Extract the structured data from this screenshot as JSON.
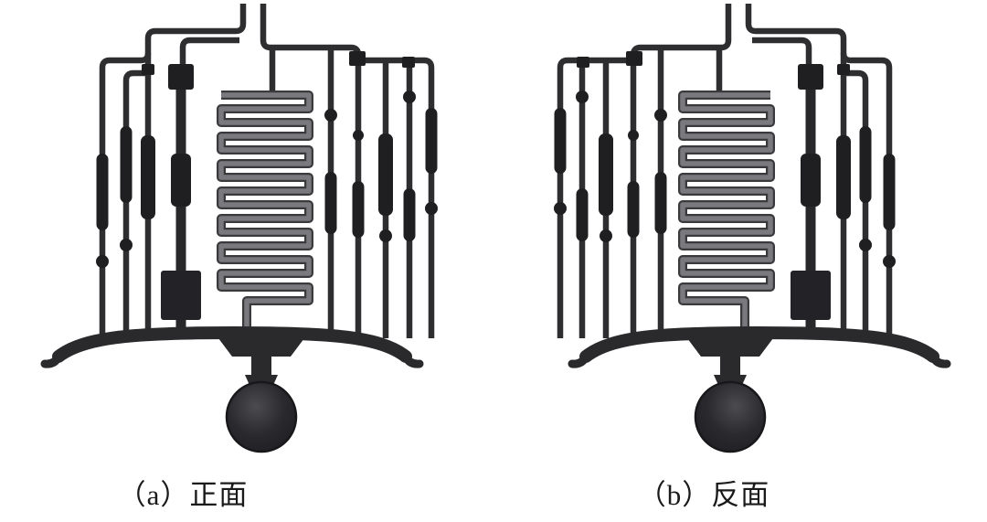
{
  "figure": {
    "description_labels": {
      "panel_a_caption": "（a）正面",
      "panel_b_caption": "（b）反面"
    },
    "panels": [
      {
        "id": "a",
        "caption": "（a）正面",
        "name": "front-view"
      },
      {
        "id": "b",
        "caption": "（b）反面",
        "name": "back-view"
      }
    ]
  },
  "colors": {
    "background": "#ffffff",
    "pipe": "#2e2e31",
    "pipe_thick": "#28282b",
    "fitting": "#1f1f22",
    "block": "#232327",
    "coil_outline": "#3a3a3d",
    "coil_fill": "#7a7a7e",
    "manifold": "#2a2a2d",
    "bulb_stroke": "#18181b"
  }
}
